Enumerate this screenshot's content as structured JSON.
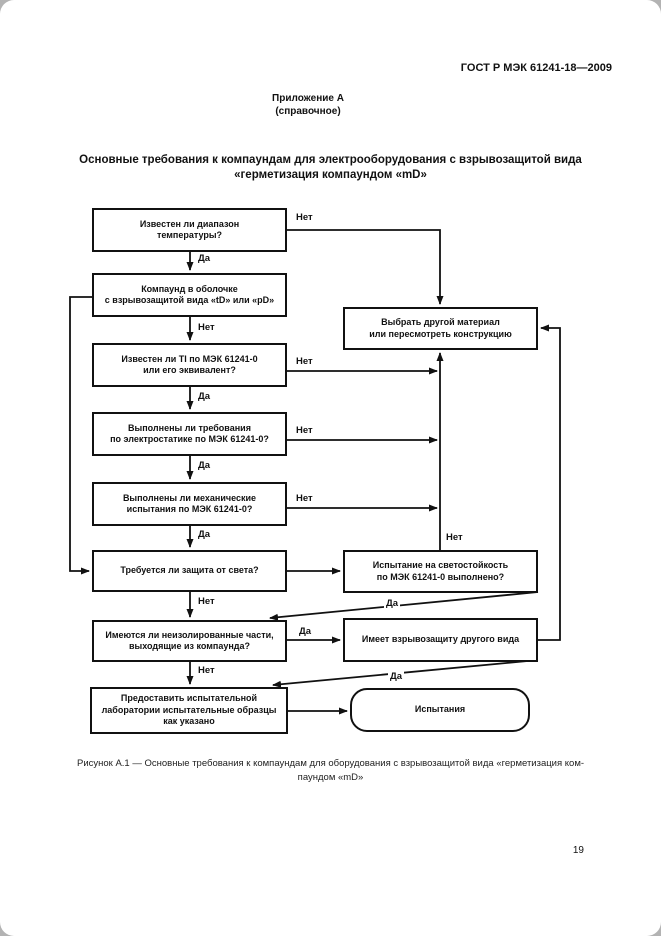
{
  "document": {
    "header": "ГОСТ Р МЭК 61241-18—2009",
    "annex": {
      "title": "Приложение А",
      "subtitle": "(справочное)"
    },
    "figure_title": {
      "line1": "Основные требования к компаундам для электрооборудования с взрывозащитой вида",
      "line2": "«герметизация компаундом «mD»"
    },
    "caption": {
      "line1": "Рисунок А.1 — Основные требования к компаундам для оборудования с взрывозащитой вида «герметизация ком-",
      "line2": "паундом «mD»"
    },
    "page_number": "19"
  },
  "flowchart": {
    "label_yes": "Да",
    "label_no": "Нет",
    "nodes": {
      "temp_range": "Известен ли диапазон\nтемпературы?",
      "enclosure": "Компаунд в оболочке\nс взрывозащитой вида «tD» или «pD»",
      "ti_known": "Известен ли TI по МЭК 61241-0\nили его эквивалент?",
      "electrostatic": "Выполнены ли требования\nпо электростатике по МЭК 61241-0?",
      "mechanical": "Выполнены ли механические\nиспытания по МЭК 61241-0?",
      "light_protection": "Требуется ли защита от света?",
      "uninsulated": "Имеются ли неизолированные части,\nвыходящие из компаунда?",
      "provide_samples": "Предоставить испытательной\nлаборатории испытательные образцы\nкак указано",
      "choose_material": "Выбрать другой материал\nили пересмотреть конструкцию",
      "light_test": "Испытание на светостойкость\nпо МЭК 61241-0 выполнено?",
      "other_protection": "Имеет взрывозащиту другого вида",
      "tests": "Испытания"
    },
    "colors": {
      "line": "#111111",
      "box_fill": "#ffffff",
      "backdrop": "#b3b3b3"
    }
  }
}
